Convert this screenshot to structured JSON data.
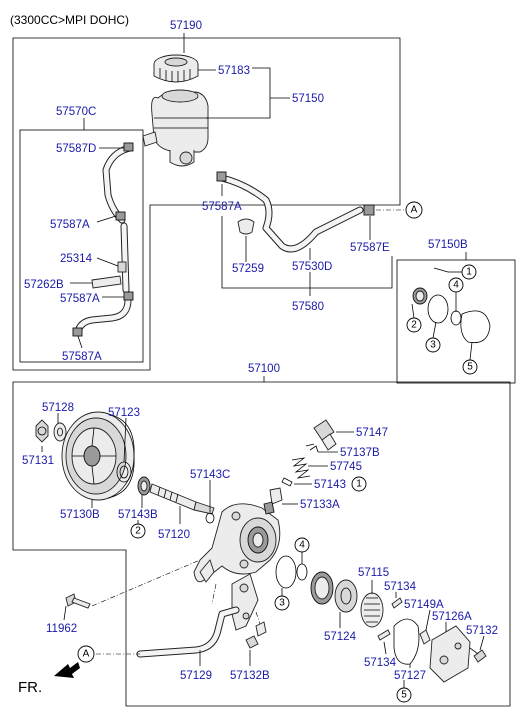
{
  "header": {
    "engine_spec": "(3300CC>MPI DOHC)"
  },
  "fr_label": "FR.",
  "labels": {
    "p57190": "57190",
    "p57183": "57183",
    "p57150": "57150",
    "p57570c": "57570C",
    "p57587d": "57587D",
    "p57587a_1": "57587A",
    "p25314": "25314",
    "p57262b": "57262B",
    "p57587a_2": "57587A",
    "p57587a_3": "57587A",
    "p57587a_4": "57587A",
    "p57259": "57259",
    "p57530d": "57530D",
    "p57587e": "57587E",
    "p57580": "57580",
    "p57150b": "57150B",
    "p57100": "57100",
    "p57128": "57128",
    "p57123": "57123",
    "p57131": "57131",
    "p57130b": "57130B",
    "p57143b": "57143B",
    "p57143c": "57143C",
    "p57120": "57120",
    "p57147": "57147",
    "p57137b": "57137B",
    "p57745": "57745",
    "p57143": "57143",
    "p57133a": "57133A",
    "p57115": "57115",
    "p57134_1": "57134",
    "p57149a": "57149A",
    "p57126a": "57126A",
    "p57132": "57132",
    "p57124": "57124",
    "p57134_2": "57134",
    "p57127": "57127",
    "p11962": "11962",
    "p57129": "57129",
    "p57132b": "57132B"
  },
  "ref_circles": {
    "a_top": "A",
    "a_bottom": "A",
    "k1_top": "1",
    "k2_top": "2",
    "k3_top": "3",
    "k4_top": "4",
    "k5_top": "5",
    "k1_main": "1",
    "k2_main": "2",
    "k3_main": "3",
    "k4_main": "4",
    "k5_main": "5"
  }
}
